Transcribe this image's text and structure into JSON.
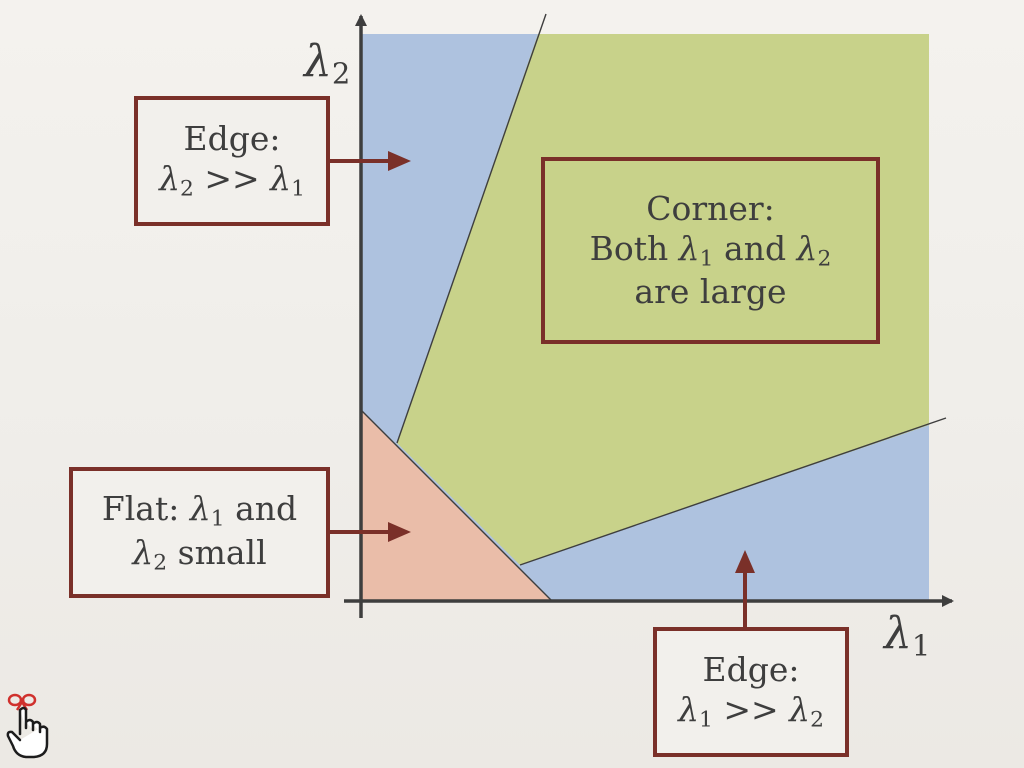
{
  "colors": {
    "edge_region": "#aec2df",
    "corner_region": "#c8d28a",
    "flat_region": "#eabda9",
    "box_border": "#7a3029",
    "arrow": "#7a3029",
    "axis": "#3e3e3e",
    "text": "#3e3e3e"
  },
  "axes": {
    "x": {
      "symbol": "λ",
      "subscript": "1"
    },
    "y": {
      "symbol": "λ",
      "subscript": "2"
    }
  },
  "labels": {
    "edge_vertical": {
      "heading": "Edge:",
      "relation": {
        "left_symbol": "λ",
        "left_sub": "2",
        "operator": " >> ",
        "right_symbol": "λ",
        "right_sub": "1"
      }
    },
    "corner": {
      "heading": "Corner:",
      "line2_prefix": "Both ",
      "sym_a": "λ",
      "sub_a": "1",
      "conj": " and ",
      "sym_b": "λ",
      "sub_b": "2",
      "line3": "are large"
    },
    "flat": {
      "prefix": "Flat: ",
      "sym_a": "λ",
      "sub_a": "1",
      "suffix": " and",
      "sym_b": "λ",
      "sub_b": "2",
      "tail": " small"
    },
    "edge_horizontal": {
      "heading": "Edge:",
      "relation": {
        "left_symbol": "λ",
        "left_sub": "1",
        "operator": " >> ",
        "right_symbol": "λ",
        "right_sub": "2"
      }
    }
  },
  "icons": {
    "pointer": "hand-pointer-icon"
  }
}
